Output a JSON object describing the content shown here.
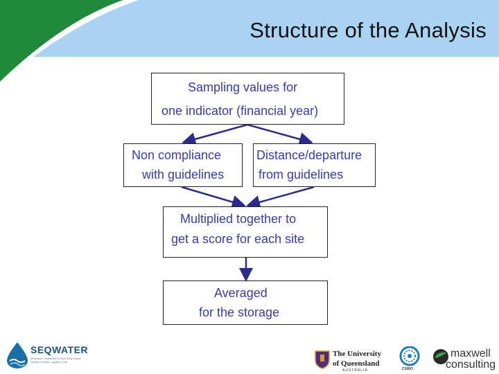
{
  "title": "Structure of the Analysis",
  "boxes": {
    "sampling": {
      "line1": "Sampling values for",
      "line2": "one indicator (financial year)"
    },
    "noncompliance": {
      "line1": "Non compliance",
      "line2": "with guidelines"
    },
    "distance": {
      "line1": "Distance/departure",
      "line2": "from guidelines"
    },
    "multiplied": {
      "line1": "Multiplied together to",
      "line2": "get a score for each site"
    },
    "averaged": {
      "line1": "Averaged",
      "line2": "for the storage"
    }
  },
  "logos": {
    "seqwater": {
      "name": "SEQWATER",
      "sub": "Wivenhoe, Somerset & North Pine Dams",
      "tagline": "Quality of water. Quality of life."
    },
    "uq": {
      "line1": "The University",
      "line2": "of Queensland",
      "line3": "AUSTRALIA"
    },
    "csiro": {
      "name": "CSIRO"
    },
    "maxwell": {
      "line1": "maxwell",
      "line2": "consulting"
    }
  },
  "colors": {
    "sky": "#a9d3f0",
    "green": "#1f8a3a",
    "text": "#3a3ab0",
    "arrow": "#2b2b8c"
  }
}
